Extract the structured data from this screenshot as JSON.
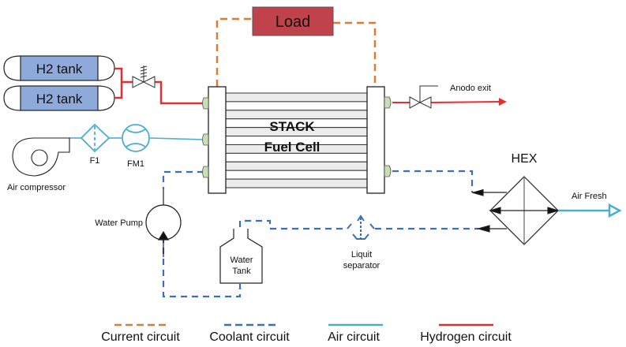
{
  "components": {
    "load": {
      "label": "Load",
      "color": "#c0434b"
    },
    "h2_tank_1": {
      "label": "H2 tank",
      "color": "#8eaadb"
    },
    "h2_tank_2": {
      "label": "H2 tank",
      "color": "#8eaadb"
    },
    "stack": {
      "line1": "STACK",
      "line2": "Fuel Cell"
    },
    "anode_exit": {
      "label": "Anodo exit"
    },
    "hex": {
      "label": "HEX"
    },
    "air_fresh": {
      "label": "Air Fresh"
    },
    "filter": {
      "label": "F1"
    },
    "flowmeter": {
      "label": "FM1"
    },
    "air_compressor": {
      "label": "Air compressor"
    },
    "water_pump": {
      "label": "Water Pump"
    },
    "water_tank": {
      "line1": "Water",
      "line2": "Tank"
    },
    "liquid_separator": {
      "line1": "Liquit",
      "line2": "separator"
    }
  },
  "colors": {
    "current": "#e07b2e",
    "coolant": "#3d6fb6",
    "air": "#4aaed0",
    "hydrogen": "#e03030",
    "port": "#c6e0b4"
  },
  "legend": [
    {
      "label": "Current circuit",
      "style": "dashed",
      "color": "#e07b2e"
    },
    {
      "label": "Coolant circuit",
      "style": "dashed",
      "color": "#3d6fb6"
    },
    {
      "label": "Air circuit",
      "style": "solid",
      "color": "#4aaed0"
    },
    {
      "label": "Hydrogen circuit",
      "style": "solid",
      "color": "#d03535"
    }
  ]
}
